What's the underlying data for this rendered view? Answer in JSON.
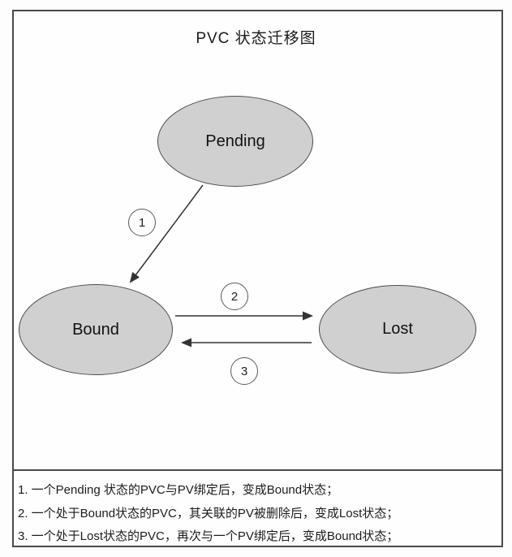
{
  "title": "PVC 状态迁移图",
  "diagram": {
    "nodes": [
      {
        "id": "pending",
        "label": "Pending"
      },
      {
        "id": "bound",
        "label": "Bound"
      },
      {
        "id": "lost",
        "label": "Lost"
      }
    ],
    "transitions": [
      {
        "num": "1",
        "from": "Pending",
        "to": "Bound"
      },
      {
        "num": "2",
        "from": "Bound",
        "to": "Lost"
      },
      {
        "num": "3",
        "from": "Lost",
        "to": "Bound"
      }
    ]
  },
  "notes": [
    "1. 一个Pending 状态的PVC与PV绑定后，变成Bound状态；",
    "2. 一个处于Bound状态的PVC，其关联的PV被删除后，变成Lost状态；",
    "3. 一个处于Lost状态的PVC，再次与一个PV绑定后，变成Bound状态；"
  ],
  "colors": {
    "node_fill": "#d0d0d0",
    "node_stroke": "#4d4d4d",
    "arrow": "#333333",
    "frame_border": "#4a4a4a",
    "background": "#fefefe"
  }
}
